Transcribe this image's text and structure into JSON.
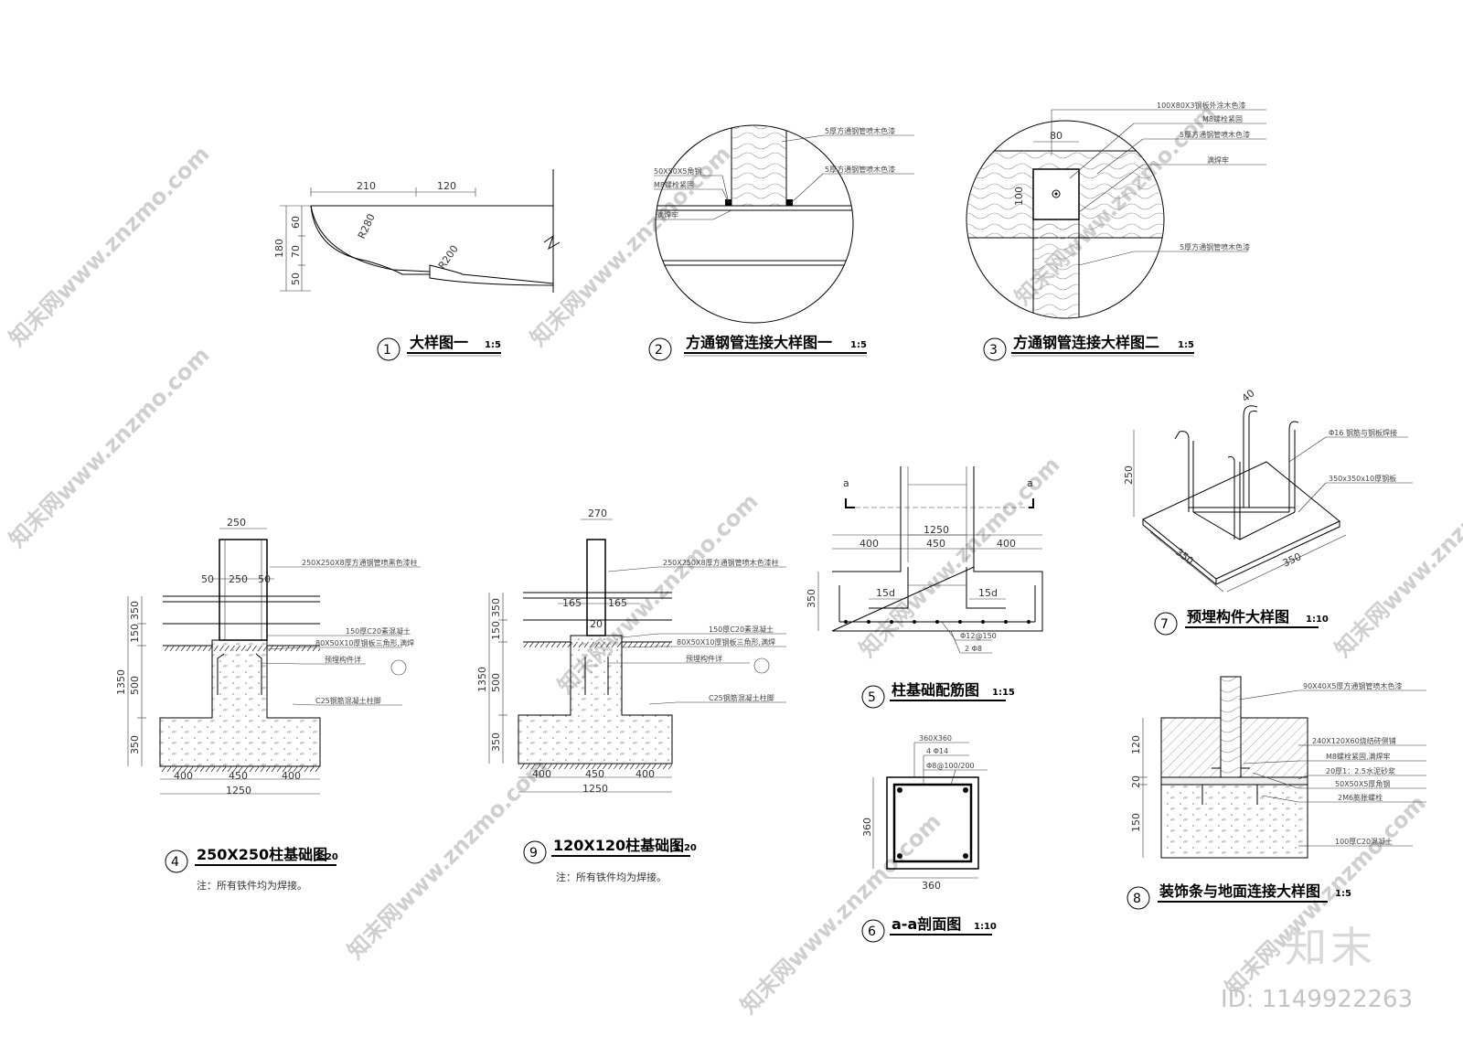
{
  "details": {
    "d1": {
      "num": "1",
      "title": "大样图一",
      "scale": "1:5",
      "dims": [
        "210",
        "120",
        "60",
        "70",
        "50",
        "180",
        "R280",
        "R200"
      ]
    },
    "d2": {
      "num": "2",
      "title": "方通钢管连接大样图一",
      "scale": "1:5",
      "leaders": [
        "5厚方通钢管喷木色漆",
        "5厚方通钢管喷木色漆",
        "50X50X5角钢",
        "M8螺栓紧固",
        "满焊牢"
      ]
    },
    "d3": {
      "num": "3",
      "title": "方通钢管连接大样图二",
      "scale": "1:5",
      "leaders": [
        "100X80X3钢板外涂木色漆",
        "M8螺栓紧固",
        "5厚方通钢管喷木色漆",
        "满焊牢",
        "5厚方通钢管喷木色漆"
      ],
      "dims": [
        "80",
        "100"
      ]
    },
    "d4": {
      "num": "4",
      "title": "250X250柱基础图",
      "scale": "1:20",
      "note": "注：所有铁件均为焊接。",
      "leaders": [
        "250X250X8厚方通钢管喷黑色漆柱",
        "150厚C20素混凝土",
        "80X50X10厚钢板三角形,满焊",
        "预埋构件详",
        "C25钢筋混凝土柱脚"
      ],
      "dims": [
        "250",
        "50",
        "250",
        "50",
        "350",
        "150",
        "500",
        "350",
        "1350",
        "400",
        "450",
        "400",
        "1250"
      ]
    },
    "d5": {
      "num": "5",
      "title": "柱基础配筋图",
      "scale": "1:15",
      "dims": [
        "1250",
        "400",
        "450",
        "400",
        "350",
        "15d",
        "15d",
        "a",
        "a"
      ],
      "leaders": [
        "Φ12@150",
        "2 Φ8"
      ]
    },
    "d6": {
      "num": "6",
      "title": "a-a剖面图",
      "scale": "1:10",
      "dims": [
        "360",
        "360"
      ],
      "leaders": [
        "360X360",
        "4 Φ14",
        "Φ8@100/200"
      ]
    },
    "d7": {
      "num": "7",
      "title": "预埋构件大样图",
      "scale": "1:10",
      "dims": [
        "40",
        "250",
        "350",
        "350"
      ],
      "leaders": [
        "Φ16 钢筋与钢板焊接",
        "350x350x10厚钢板"
      ]
    },
    "d8": {
      "num": "8",
      "title": "装饰条与地面连接大样图",
      "scale": "1:5",
      "dims": [
        "120",
        "20",
        "150"
      ],
      "leaders": [
        "90X40X5厚方通钢管喷木色漆",
        "240X120X60烧结砖侧铺",
        "M8螺栓紧固,满焊牢",
        "20厚1：2.5水泥砂浆",
        "50X50X5厚角钢",
        "2M6膨胀螺栓",
        "100厚C20混凝土"
      ]
    },
    "d9": {
      "num": "9",
      "title": "120X120柱基础图",
      "scale": "1:20",
      "note": "注：所有铁件均为焊接。",
      "leaders": [
        "250X250X8厚方通钢管喷木色漆柱",
        "150厚C20素混凝土",
        "80X50X10厚钢板三角形,满焊",
        "预埋构件详",
        "C25钢筋混凝土柱脚"
      ],
      "dims": [
        "270",
        "165",
        "165",
        "20",
        "350",
        "150",
        "500",
        "350",
        "1350",
        "400",
        "450",
        "400",
        "1250"
      ]
    }
  },
  "watermark": {
    "text": "知末网www.znzmo.com",
    "brand": "知末",
    "id": "ID: 1149922263"
  }
}
